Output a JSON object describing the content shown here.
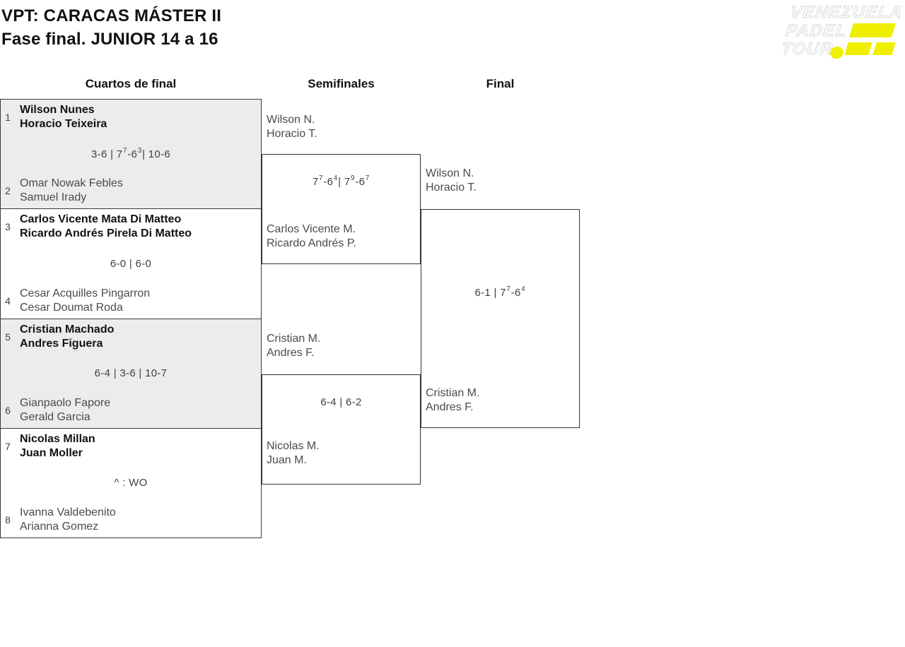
{
  "header": {
    "title_line1": "VPT: CARACAS MÁSTER II",
    "title_line2": "Fase final. JUNIOR 14 a 16"
  },
  "logo": {
    "line1": "VENEZUELA",
    "line2": "PADEL",
    "line3": "TOUR",
    "accent_yellow": "#f1ef00"
  },
  "round_headers": {
    "quarterfinals": "Cuartos de final",
    "semifinals": "Semifinales",
    "final": "Final"
  },
  "bracket": {
    "quarterfinals": [
      {
        "seed_top": "1",
        "team_top": {
          "line1": "Wilson Nunes",
          "line2": "Horacio Teixeira"
        },
        "score": [
          {
            "t": "3-6 | 7"
          },
          {
            "s": "7"
          },
          {
            "t": "-6"
          },
          {
            "s": "3"
          },
          {
            "t": " | 10-6"
          }
        ],
        "seed_bottom": "2",
        "team_bottom": {
          "line1": "Omar Nowak Febles",
          "line2": "Samuel Irady"
        }
      },
      {
        "seed_top": "3",
        "team_top": {
          "line1": "Carlos Vicente Mata Di Matteo",
          "line2": "Ricardo Andrés Pirela Di Matteo"
        },
        "score": [
          {
            "t": "6-0 | 6-0"
          }
        ],
        "seed_bottom": "4",
        "team_bottom": {
          "line1": "Cesar Acquilles Pingarron",
          "line2": "Cesar Doumat Roda"
        }
      },
      {
        "seed_top": "5",
        "team_top": {
          "line1": "Cristian Machado",
          "line2": "Andres Figuera"
        },
        "score": [
          {
            "t": "6-4 | 3-6 | 10-7"
          }
        ],
        "seed_bottom": "6",
        "team_bottom": {
          "line1": "Gianpaolo Fapore",
          "line2": "Gerald Garcia"
        }
      },
      {
        "seed_top": "7",
        "team_top": {
          "line1": "Nicolas Millan",
          "line2": "Juan Moller"
        },
        "score": [
          {
            "t": "^ : WO"
          }
        ],
        "seed_bottom": "8",
        "team_bottom": {
          "line1": "Ivanna Valdebenito",
          "line2": "Arianna Gomez"
        }
      }
    ],
    "semifinals": [
      {
        "winner": {
          "line1": "Wilson N.",
          "line2": "Horacio T."
        },
        "score": [
          {
            "t": "7"
          },
          {
            "s": "7"
          },
          {
            "t": "-6"
          },
          {
            "s": "4"
          },
          {
            "t": " | 7"
          },
          {
            "s": "9"
          },
          {
            "t": "-6"
          },
          {
            "s": "7"
          }
        ],
        "loser": {
          "line1": "Carlos Vicente M.",
          "line2": "Ricardo Andrés P."
        }
      },
      {
        "winner": {
          "line1": "Cristian M.",
          "line2": "Andres F."
        },
        "score": [
          {
            "t": "6-4 | 6-2"
          }
        ],
        "loser": {
          "line1": "Nicolas M.",
          "line2": "Juan M."
        }
      }
    ],
    "final": {
      "winner": {
        "line1": "Wilson N.",
        "line2": "Horacio T."
      },
      "score": [
        {
          "t": "6-1 | 7"
        },
        {
          "s": "7"
        },
        {
          "t": "-6"
        },
        {
          "s": "4"
        }
      ],
      "loser": {
        "line1": "Cristian M.",
        "line2": "Andres F."
      }
    }
  }
}
